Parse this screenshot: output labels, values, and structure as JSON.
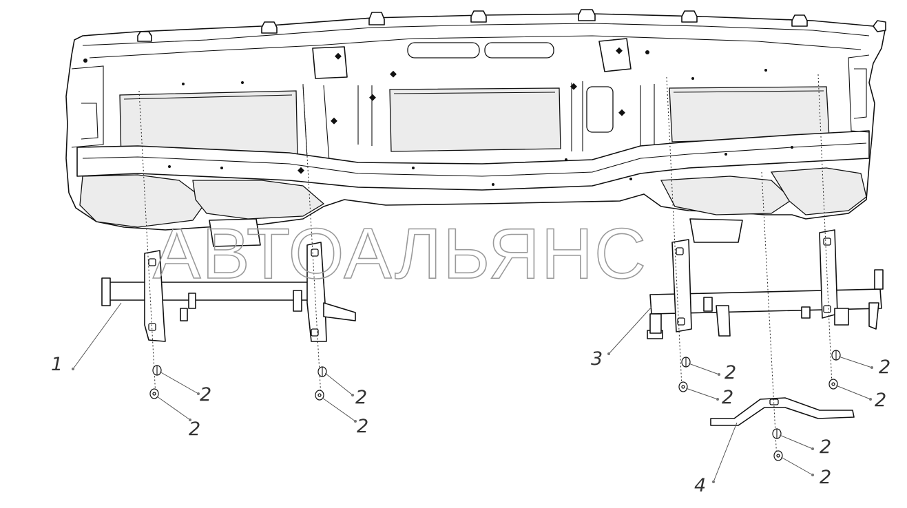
{
  "watermark": "АВТОАЛЬЯНС",
  "callouts": [
    {
      "id": "c1",
      "label": "1"
    },
    {
      "id": "c2a",
      "label": "2"
    },
    {
      "id": "c2b",
      "label": "2"
    },
    {
      "id": "c2c",
      "label": "2"
    },
    {
      "id": "c2d",
      "label": "2"
    },
    {
      "id": "c3",
      "label": "3"
    },
    {
      "id": "c2e",
      "label": "2"
    },
    {
      "id": "c2f",
      "label": "2"
    },
    {
      "id": "c2g",
      "label": "2"
    },
    {
      "id": "c2h",
      "label": "2"
    },
    {
      "id": "c4",
      "label": "4"
    },
    {
      "id": "c2i",
      "label": "2"
    },
    {
      "id": "c2j",
      "label": "2"
    }
  ]
}
